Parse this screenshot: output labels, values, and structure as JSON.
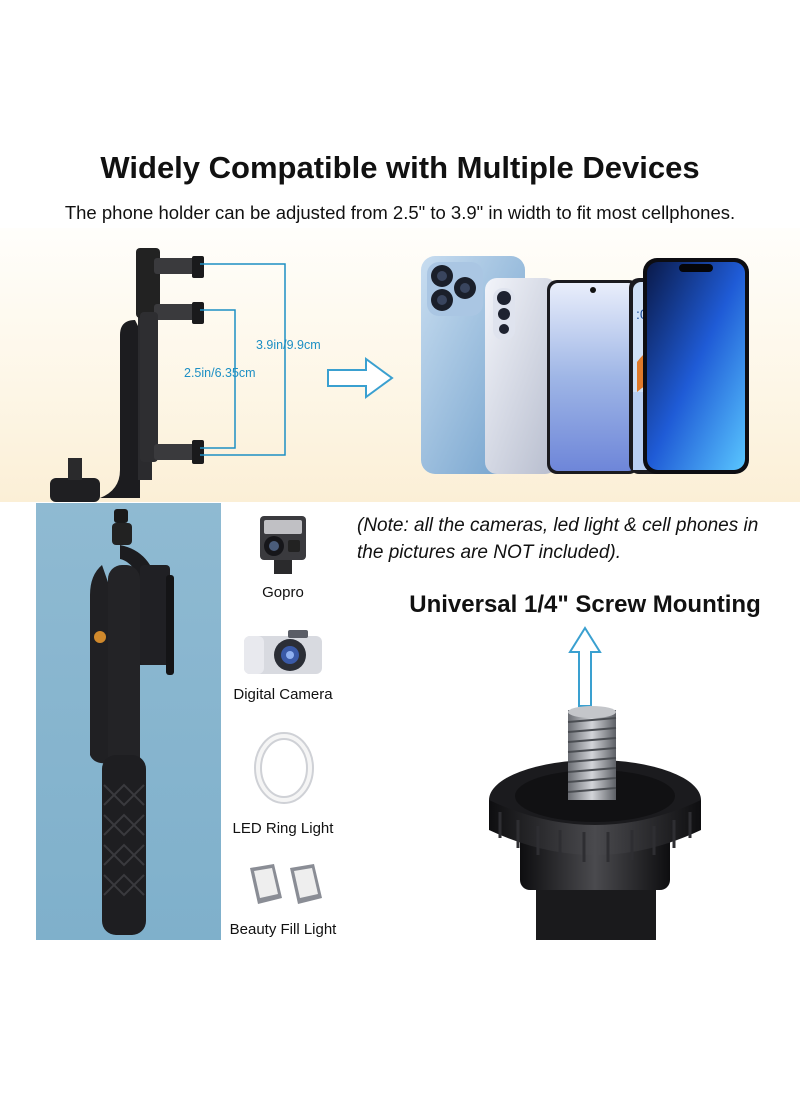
{
  "header": {
    "title": "Widely Compatible with Multiple Devices",
    "subtitle": "The phone holder can be adjusted from 2.5\" to 3.9\" in width to fit most cellphones."
  },
  "holder_diagram": {
    "dim_max": "3.9in/9.9cm",
    "dim_min": "2.5in/6.35cm"
  },
  "phones": {
    "screen_time": ":08"
  },
  "accessories": [
    {
      "label": "Gopro",
      "icon": "action-camera-icon"
    },
    {
      "label": "Digital Camera",
      "icon": "digital-camera-icon"
    },
    {
      "label": "LED Ring Light",
      "icon": "ring-light-icon"
    },
    {
      "label": "Beauty Fill Light",
      "icon": "fill-light-icon"
    }
  ],
  "note": "(Note: all the cameras, led light & cell phones in the pictures are NOT included).",
  "screw": {
    "title": "Universal 1/4\" Screw Mounting"
  },
  "colors": {
    "dimension_line": "#1d8fc4",
    "arrow": "#3aa0d0",
    "panel_blue": "#85b4cd"
  }
}
